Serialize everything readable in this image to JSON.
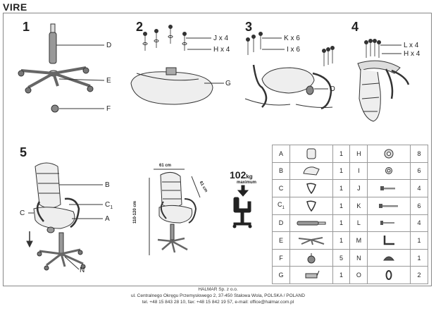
{
  "title": "VIRE",
  "steps": [
    "1",
    "2",
    "3",
    "4",
    "5"
  ],
  "step1_labels": [
    "D",
    "E",
    "F"
  ],
  "step2_labels": {
    "j": "J x 4",
    "h": "H x 4",
    "g": "G"
  },
  "step3_labels": {
    "k": "K x 6",
    "i": "I x 6",
    "o": "O"
  },
  "step4_labels": {
    "l": "L x 4",
    "h": "H x 4"
  },
  "step5_labels": {
    "b": "B",
    "c1": "C",
    "c1_sub": "1",
    "c": "C",
    "a": "A",
    "n": "N"
  },
  "dimensions": {
    "width": "61 cm",
    "depth": "61 cm",
    "height": "110-120 cm"
  },
  "capacity": {
    "value": "102",
    "unit": "kg",
    "note": "maximum"
  },
  "parts_rows": [
    {
      "left": {
        "key": "A",
        "key_sub": "",
        "icon": "seat-icon",
        "qty": "1"
      },
      "right": {
        "key": "H",
        "icon": "washer-large-icon",
        "qty": "8"
      }
    },
    {
      "left": {
        "key": "B",
        "key_sub": "",
        "icon": "backrest-icon",
        "qty": "1"
      },
      "right": {
        "key": "I",
        "icon": "washer-small-icon",
        "qty": "6"
      }
    },
    {
      "left": {
        "key": "C",
        "key_sub": "",
        "icon": "armrest-icon",
        "qty": "1"
      },
      "right": {
        "key": "J",
        "icon": "bolt-icon",
        "qty": "4"
      }
    },
    {
      "left": {
        "key": "C",
        "key_sub": "1",
        "icon": "armrest-icon",
        "qty": "1"
      },
      "right": {
        "key": "K",
        "icon": "long-bolt-icon",
        "qty": "6"
      }
    },
    {
      "left": {
        "key": "D",
        "key_sub": "",
        "icon": "gas-lift-icon",
        "qty": "1"
      },
      "right": {
        "key": "L",
        "icon": "screw-icon",
        "qty": "4"
      }
    },
    {
      "left": {
        "key": "E",
        "key_sub": "",
        "icon": "base-icon",
        "qty": "1"
      },
      "right": {
        "key": "M",
        "icon": "hex-key-icon",
        "qty": "1"
      }
    },
    {
      "left": {
        "key": "F",
        "key_sub": "",
        "icon": "caster-icon",
        "qty": "5"
      },
      "right": {
        "key": "N",
        "icon": "cover-icon",
        "qty": "1"
      }
    },
    {
      "left": {
        "key": "G",
        "key_sub": "",
        "icon": "mechanism-icon",
        "qty": "1"
      },
      "right": {
        "key": "O",
        "icon": "ring-icon",
        "qty": "2"
      }
    }
  ],
  "footer": {
    "company": "HALMAR Sp. z o.o.",
    "address": "ul. Centralnego Okręgu Przemysłowego 2, 37-450 Stalowa Wola, POLSKA / POLAND",
    "contact": "tel. +48 15 843 28 10, fax: +48 15 842 19 57, e-mail: office@halmar.com.pl"
  }
}
